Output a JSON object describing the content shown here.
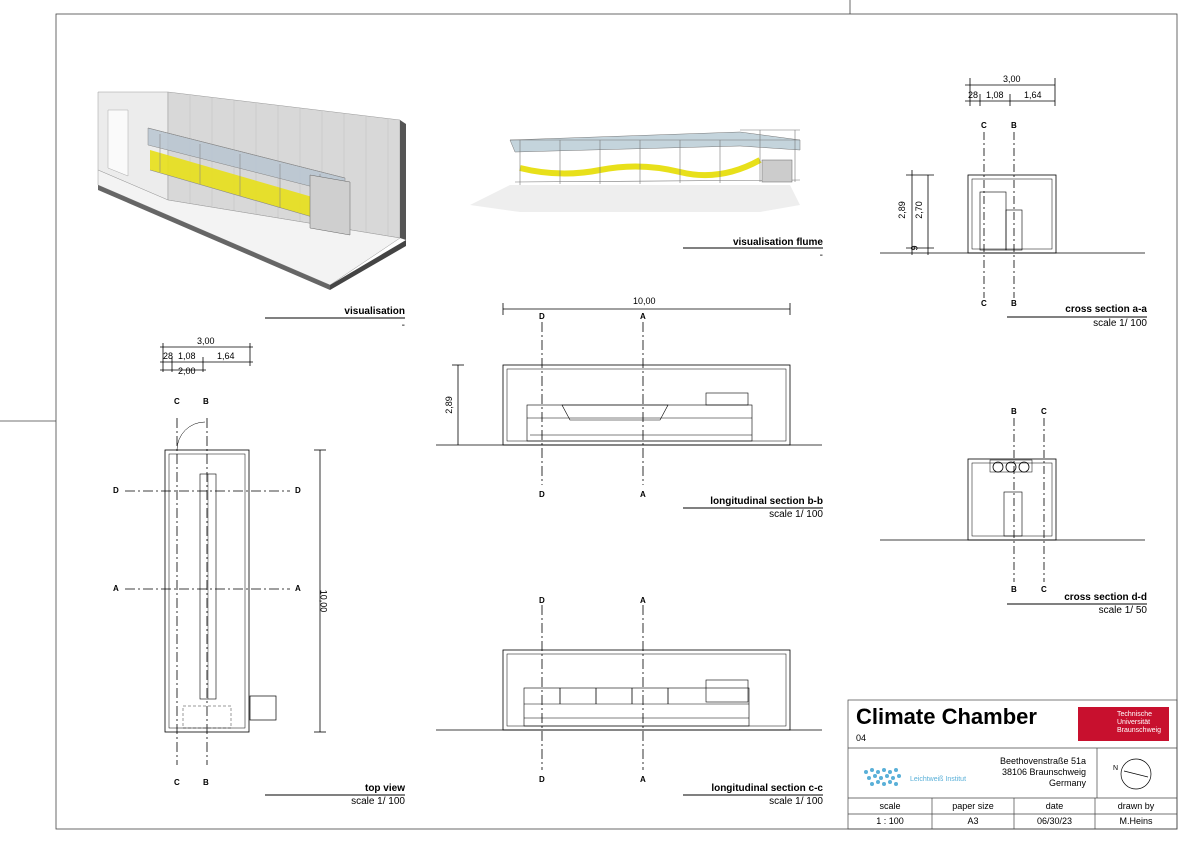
{
  "sheet": {
    "title": "Climate Chamber",
    "number": "04",
    "address": [
      "Beethovenstraße 51a",
      "38106 Braunschweig",
      "Germany"
    ],
    "logo_text": "Leichtweiß Institut",
    "university": [
      "Technische",
      "Universität",
      "Braunschweig"
    ],
    "north": "N",
    "table_headers": [
      "scale",
      "paper size",
      "date",
      "drawn by"
    ],
    "table_values": [
      "1 : 100",
      "A3",
      "06/30/23",
      "M.Heins"
    ]
  },
  "views": {
    "visualisation": {
      "title": "visualisation",
      "sub": "-"
    },
    "flume": {
      "title": "visualisation flume",
      "sub": "-"
    },
    "top": {
      "title": "top view",
      "sub": "scale 1/ 100"
    },
    "bb": {
      "title": "longitudinal section b-b",
      "sub": "scale 1/ 100"
    },
    "cc": {
      "title": "longitudinal section c-c",
      "sub": "scale 1/ 100"
    },
    "aa": {
      "title": "cross section a-a",
      "sub": "scale 1/ 100"
    },
    "dd": {
      "title": "cross section d-d",
      "sub": "scale 1/ 50"
    }
  },
  "dims": {
    "width_total": "3,00",
    "w1": "28",
    "w2": "1,08",
    "w3": "1,64",
    "w4": "2,00",
    "length": "10,00",
    "height": "2,89",
    "height_inner": "2,70",
    "base": "9"
  },
  "cuts": {
    "A": "A",
    "B": "B",
    "C": "C",
    "D": "D"
  },
  "colors": {
    "flume": "#e8e01a",
    "wall": "#d8d8d8",
    "accent": "#c8102e",
    "logo": "#5ab0d8"
  }
}
